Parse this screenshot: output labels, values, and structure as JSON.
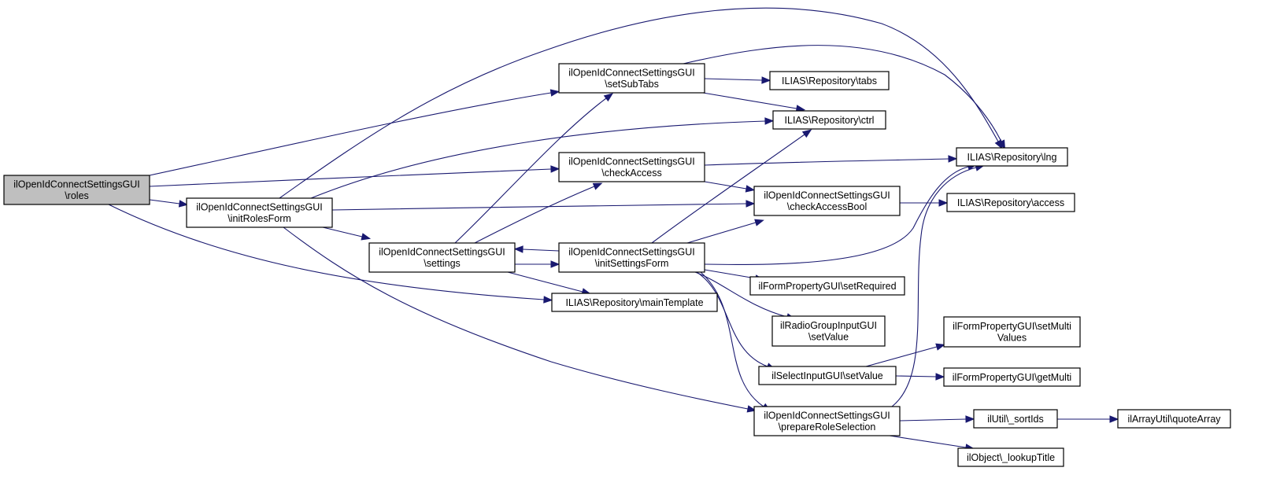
{
  "title": "Call graph for ilOpenIdConnectSettingsGUI\\roles",
  "colors": {
    "edge": "#191970",
    "root_fill": "#bfbfbf",
    "node_fill": "#ffffff",
    "node_border": "#000000"
  },
  "nodes": [
    {
      "id": "roles",
      "lines": [
        "ilOpenIdConnectSettingsGUI",
        "\\roles"
      ],
      "root": true
    },
    {
      "id": "initRolesForm",
      "lines": [
        "ilOpenIdConnectSettingsGUI",
        "\\initRolesForm"
      ]
    },
    {
      "id": "setSubTabs",
      "lines": [
        "ilOpenIdConnectSettingsGUI",
        "\\setSubTabs"
      ]
    },
    {
      "id": "checkAccess",
      "lines": [
        "ilOpenIdConnectSettingsGUI",
        "\\checkAccess"
      ]
    },
    {
      "id": "settings",
      "lines": [
        "ilOpenIdConnectSettingsGUI",
        "\\settings"
      ]
    },
    {
      "id": "initSettingsForm",
      "lines": [
        "ilOpenIdConnectSettingsGUI",
        "\\initSettingsForm"
      ]
    },
    {
      "id": "mainTemplate",
      "lines": [
        "ILIAS\\Repository\\mainTemplate"
      ]
    },
    {
      "id": "tabs",
      "lines": [
        "ILIAS\\Repository\\tabs"
      ]
    },
    {
      "id": "ctrl",
      "lines": [
        "ILIAS\\Repository\\ctrl"
      ]
    },
    {
      "id": "checkAccessBool",
      "lines": [
        "ilOpenIdConnectSettingsGUI",
        "\\checkAccessBool"
      ]
    },
    {
      "id": "setRequired",
      "lines": [
        "ilFormPropertyGUI\\setRequired"
      ]
    },
    {
      "id": "radioSetValue",
      "lines": [
        "ilRadioGroupInputGUI",
        "\\setValue"
      ]
    },
    {
      "id": "selectSetValue",
      "lines": [
        "ilSelectInputGUI\\setValue"
      ]
    },
    {
      "id": "prepareRoleSelection",
      "lines": [
        "ilOpenIdConnectSettingsGUI",
        "\\prepareRoleSelection"
      ]
    },
    {
      "id": "lng",
      "lines": [
        "ILIAS\\Repository\\lng"
      ]
    },
    {
      "id": "access",
      "lines": [
        "ILIAS\\Repository\\access"
      ]
    },
    {
      "id": "setMultiValues",
      "lines": [
        "ilFormPropertyGUI\\setMulti",
        "Values"
      ]
    },
    {
      "id": "getMulti",
      "lines": [
        "ilFormPropertyGUI\\getMulti"
      ]
    },
    {
      "id": "sortIds",
      "lines": [
        "ilUtil\\_sortIds"
      ]
    },
    {
      "id": "lookupTitle",
      "lines": [
        "ilObject\\_lookupTitle"
      ]
    },
    {
      "id": "quoteArray",
      "lines": [
        "ilArrayUtil\\quoteArray"
      ]
    }
  ],
  "edges": [
    {
      "from": "roles",
      "to": "initRolesForm"
    },
    {
      "from": "roles",
      "to": "setSubTabs"
    },
    {
      "from": "roles",
      "to": "checkAccess"
    },
    {
      "from": "roles",
      "to": "mainTemplate"
    },
    {
      "from": "initRolesForm",
      "to": "settings"
    },
    {
      "from": "initRolesForm",
      "to": "checkAccessBool"
    },
    {
      "from": "initRolesForm",
      "to": "ctrl"
    },
    {
      "from": "initRolesForm",
      "to": "lng"
    },
    {
      "from": "initRolesForm",
      "to": "prepareRoleSelection"
    },
    {
      "from": "settings",
      "to": "setSubTabs"
    },
    {
      "from": "settings",
      "to": "checkAccess"
    },
    {
      "from": "settings",
      "to": "initSettingsForm"
    },
    {
      "from": "settings",
      "to": "mainTemplate"
    },
    {
      "from": "initSettingsForm",
      "to": "settings"
    },
    {
      "from": "initSettingsForm",
      "to": "ctrl"
    },
    {
      "from": "initSettingsForm",
      "to": "checkAccessBool"
    },
    {
      "from": "initSettingsForm",
      "to": "lng"
    },
    {
      "from": "initSettingsForm",
      "to": "setRequired"
    },
    {
      "from": "initSettingsForm",
      "to": "radioSetValue"
    },
    {
      "from": "initSettingsForm",
      "to": "selectSetValue"
    },
    {
      "from": "initSettingsForm",
      "to": "prepareRoleSelection"
    },
    {
      "from": "setSubTabs",
      "to": "tabs"
    },
    {
      "from": "setSubTabs",
      "to": "ctrl"
    },
    {
      "from": "setSubTabs",
      "to": "lng"
    },
    {
      "from": "checkAccess",
      "to": "lng"
    },
    {
      "from": "checkAccess",
      "to": "checkAccessBool"
    },
    {
      "from": "checkAccessBool",
      "to": "access"
    },
    {
      "from": "selectSetValue",
      "to": "setMultiValues"
    },
    {
      "from": "selectSetValue",
      "to": "getMulti"
    },
    {
      "from": "prepareRoleSelection",
      "to": "lng"
    },
    {
      "from": "prepareRoleSelection",
      "to": "sortIds"
    },
    {
      "from": "prepareRoleSelection",
      "to": "lookupTitle"
    },
    {
      "from": "sortIds",
      "to": "quoteArray"
    }
  ]
}
